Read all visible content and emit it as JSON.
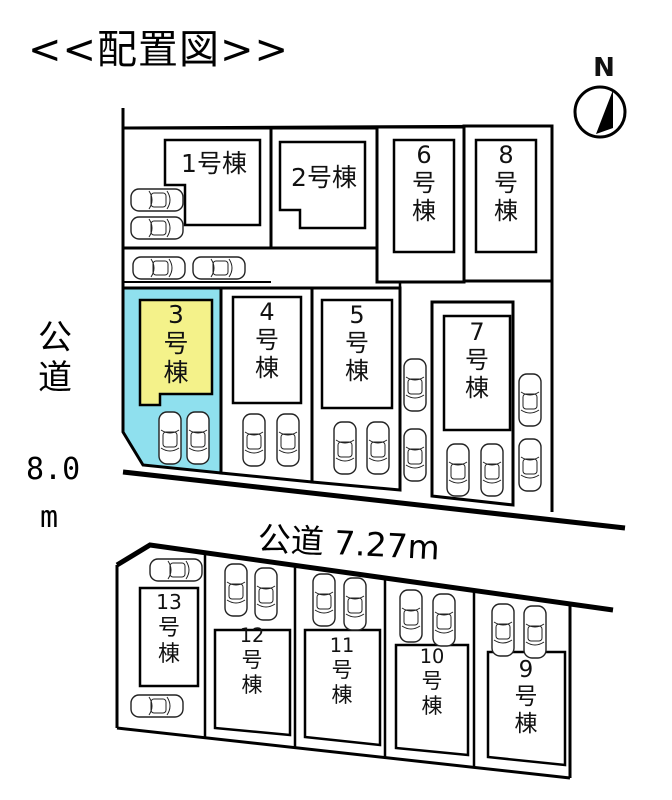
{
  "title": "<<配置図>>",
  "compass": {
    "north": "N"
  },
  "roads": {
    "west": {
      "label": "公道",
      "width_number": "8.0",
      "width_unit": "m"
    },
    "middle": {
      "label": "公道 7.27m"
    }
  },
  "buildings": [
    {
      "id": "1",
      "label": "1号棟",
      "vertical": false
    },
    {
      "id": "2",
      "label": "2号棟",
      "vertical": false
    },
    {
      "id": "3",
      "label": "3号棟",
      "vertical": true,
      "highlighted": true
    },
    {
      "id": "4",
      "label": "4号棟",
      "vertical": true
    },
    {
      "id": "5",
      "label": "5号棟",
      "vertical": true
    },
    {
      "id": "6",
      "label": "6号棟",
      "vertical": true
    },
    {
      "id": "7",
      "label": "7号棟",
      "vertical": true
    },
    {
      "id": "8",
      "label": "8号棟",
      "vertical": true
    },
    {
      "id": "9",
      "label": "9号棟",
      "vertical": true
    },
    {
      "id": "10",
      "label": "10号棟",
      "vertical": true
    },
    {
      "id": "11",
      "label": "11号棟",
      "vertical": true
    },
    {
      "id": "12",
      "label": "12号棟",
      "vertical": true
    },
    {
      "id": "13",
      "label": "13号棟",
      "vertical": true
    }
  ],
  "colors": {
    "highlight_lot": "#8fe0ee",
    "highlight_building": "#f4f28a",
    "line": "#000000"
  }
}
